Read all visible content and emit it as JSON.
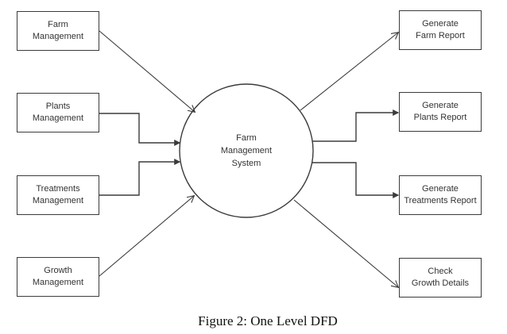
{
  "diagram": {
    "caption": "Figure 2: One Level DFD",
    "process": {
      "label": "Farm\nManagement\nSystem"
    },
    "left_entities": [
      {
        "label": "Farm\nManagement"
      },
      {
        "label": "Plants\nManagement"
      },
      {
        "label": "Treatments\nManagement"
      },
      {
        "label": "Growth\nManagement"
      }
    ],
    "right_entities": [
      {
        "label": "Generate\nFarm Report"
      },
      {
        "label": "Generate\nPlants Report"
      },
      {
        "label": "Generate\nTreatments Report"
      },
      {
        "label": "Check\nGrowth Details"
      }
    ],
    "flows": [
      {
        "from": "Farm Management",
        "to": "Farm Management System"
      },
      {
        "from": "Plants Management",
        "to": "Farm Management System"
      },
      {
        "from": "Treatments Management",
        "to": "Farm Management System"
      },
      {
        "from": "Growth Management",
        "to": "Farm Management System"
      },
      {
        "from": "Farm Management System",
        "to": "Generate Farm Report"
      },
      {
        "from": "Farm Management System",
        "to": "Generate Plants Report"
      },
      {
        "from": "Farm Management System",
        "to": "Generate Treatments Report"
      },
      {
        "from": "Farm Management System",
        "to": "Check Growth Details"
      }
    ],
    "colors": {
      "stroke": "#3b3b3b",
      "text": "#333333",
      "background": "#ffffff"
    }
  }
}
